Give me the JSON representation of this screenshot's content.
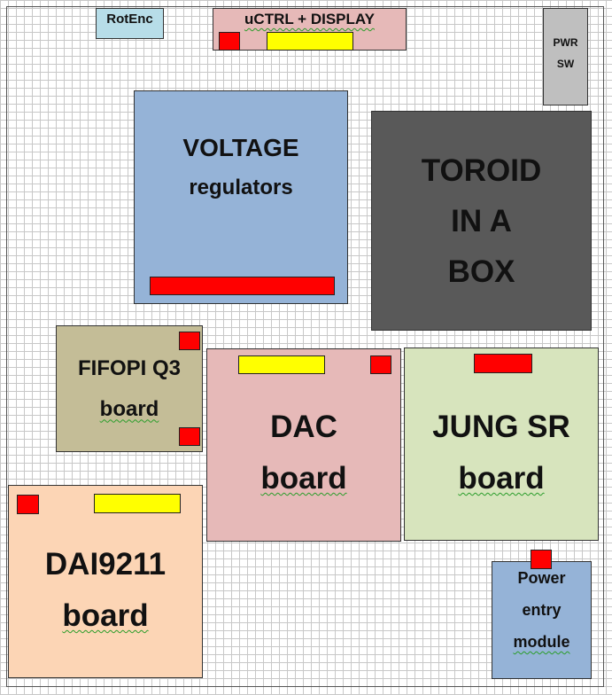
{
  "colors": {
    "rotenc": "#b7dde8",
    "uctrl": "#e6b9b8",
    "pwr": "#bfbfbf",
    "voltage": "#95b3d7",
    "toroid": "#595959",
    "fifopi": "#c4bd97",
    "dac": "#e6b9b8",
    "jung": "#d7e4bd",
    "dai": "#fcd5b5",
    "power_entry": "#95b3d7",
    "red_connector": "#ff0000",
    "yellow_connector": "#ffff00"
  },
  "blocks": {
    "rotenc": {
      "label": "RotEnc"
    },
    "uctrl": {
      "label": "uCTRL + DISPLAY"
    },
    "pwr_sw": {
      "lines": [
        "PWR",
        "SW"
      ]
    },
    "voltage": {
      "lines": [
        "VOLTAGE",
        "regulators"
      ]
    },
    "toroid": {
      "lines": [
        "TOROID",
        "IN A",
        "BOX"
      ]
    },
    "fifopi": {
      "lines": [
        "FIFOPI Q3",
        "board"
      ]
    },
    "dac": {
      "lines": [
        "DAC",
        "board"
      ]
    },
    "jung": {
      "lines": [
        "JUNG SR",
        "board"
      ]
    },
    "dai": {
      "lines": [
        "DAI9211",
        "board"
      ]
    },
    "power_entry": {
      "lines": [
        "Power",
        "entry",
        "module"
      ]
    }
  }
}
